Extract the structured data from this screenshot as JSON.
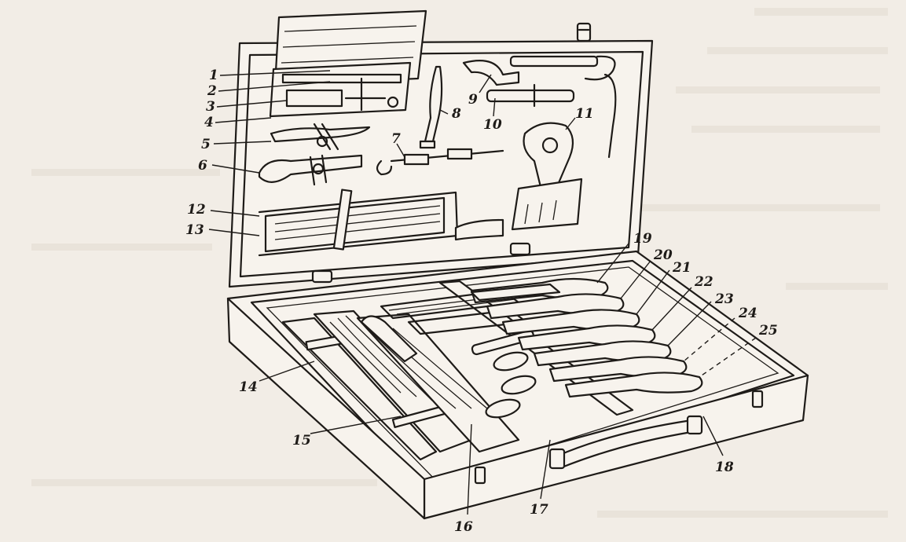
{
  "figure": {
    "callouts": [
      "1",
      "2",
      "3",
      "4",
      "5",
      "6",
      "7",
      "8",
      "9",
      "10",
      "11",
      "12",
      "13",
      "14",
      "15",
      "16",
      "17",
      "18",
      "19",
      "20",
      "21",
      "22",
      "23",
      "24",
      "25"
    ]
  }
}
